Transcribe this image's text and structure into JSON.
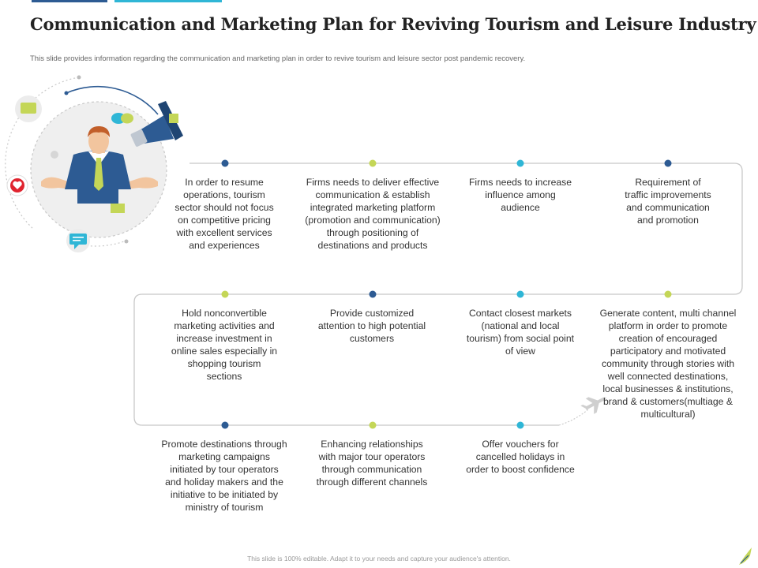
{
  "slide": {
    "title": "Communication and Marketing Plan for Reviving Tourism and Leisure Industry",
    "subtitle": "This slide provides information regarding the communication and marketing plan in order to revive tourism and leisure sector post pandemic recovery.",
    "footer": "This slide is 100% editable. Adapt it to your needs and capture your audience's attention."
  },
  "colors": {
    "navy": "#2d5b93",
    "lime": "#c4d657",
    "cyan": "#2fb6d6",
    "line": "#c8c8c8"
  },
  "steps": [
    {
      "text": "In order to resume operations, tourism sector should not focus on competitive pricing with excellent services and experiences",
      "dot": "navy"
    },
    {
      "text": "Firms needs to deliver effective communication & establish integrated marketing platform (promotion and communication) through positioning of destinations and products",
      "dot": "lime"
    },
    {
      "text": "Firms needs to increase influence among audience",
      "dot": "cyan"
    },
    {
      "text": "Requirement of traffic improvements and communication and promotion",
      "dot": "navy"
    },
    {
      "text": "Hold nonconvertible marketing activities and increase investment in online sales especially in shopping tourism sections",
      "dot": "lime"
    },
    {
      "text": "Provide customized attention to high potential customers",
      "dot": "navy"
    },
    {
      "text": "Contact closest markets (national and local tourism) from social point of view",
      "dot": "cyan"
    },
    {
      "text": "Generate content, multi channel platform in order to promote creation of encouraged participatory and motivated community through stories with well connected destinations, local businesses & institutions, brand & customers(multiage & multicultural)",
      "dot": "lime"
    },
    {
      "text": "Promote destinations through marketing campaigns initiated by tour operators and holiday makers and the initiative to be initiated by ministry of tourism",
      "dot": "navy"
    },
    {
      "text": "Enhancing relationships with major tour operators through communication through different channels",
      "dot": "lime"
    },
    {
      "text": "Offer vouchers for cancelled holidays in order to boost confidence",
      "dot": "cyan"
    }
  ],
  "icons": [
    "person-icon",
    "megaphone-icon",
    "chat-bubbles-icon",
    "heart-icon",
    "message-icon",
    "airplane-icon",
    "logo-icon"
  ]
}
